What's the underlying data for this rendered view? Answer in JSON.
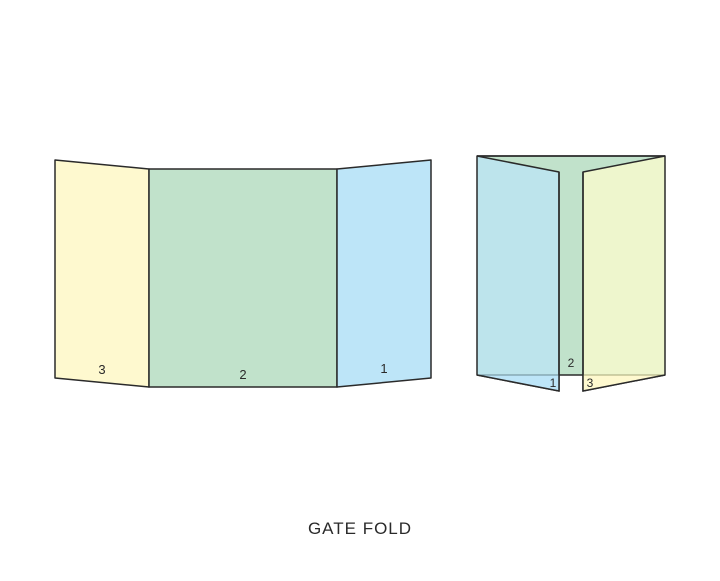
{
  "caption": "GATE FOLD",
  "colors": {
    "panel_1_open": "#bde5f8",
    "panel_2": "#c1e2cb",
    "panel_3_open": "#fef9cf",
    "panel_1_closed": "#bde4ec",
    "panel_3_closed": "#eef6cd",
    "stroke": "#2a2a2a"
  },
  "open_view": {
    "panels": [
      {
        "id": "3",
        "label": "3"
      },
      {
        "id": "2",
        "label": "2"
      },
      {
        "id": "1",
        "label": "1"
      }
    ]
  },
  "closed_view": {
    "panels": [
      {
        "id": "1",
        "label": "1"
      },
      {
        "id": "2",
        "label": "2"
      },
      {
        "id": "3",
        "label": "3"
      }
    ]
  }
}
